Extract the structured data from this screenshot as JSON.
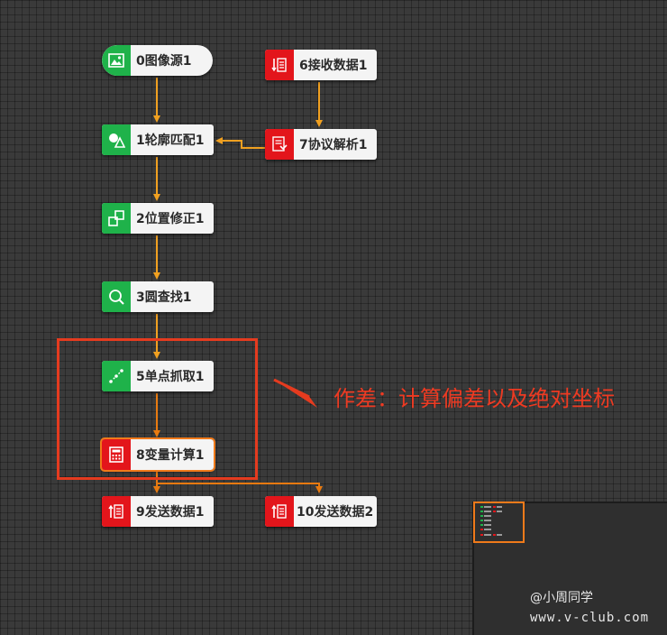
{
  "nodes": {
    "n0": {
      "label": "0图像源1",
      "icon": "image-icon",
      "color": "#1fb24a"
    },
    "n1": {
      "label": "1轮廓匹配1",
      "icon": "shape-match-icon",
      "color": "#1fb24a"
    },
    "n2": {
      "label": "2位置修正1",
      "icon": "position-fix-icon",
      "color": "#1fb24a"
    },
    "n3": {
      "label": "3圆查找1",
      "icon": "circle-search-icon",
      "color": "#1fb24a"
    },
    "n5": {
      "label": "5单点抓取1",
      "icon": "point-grab-icon",
      "color": "#1fb24a"
    },
    "n8": {
      "label": "8变量计算1",
      "icon": "calculator-icon",
      "color": "#e3151b",
      "selected": true
    },
    "n9": {
      "label": "9发送数据1",
      "icon": "send-data-icon",
      "color": "#e3151b"
    },
    "n10": {
      "label": "10发送数据2",
      "icon": "send-data-icon",
      "color": "#e3151b"
    },
    "n6": {
      "label": "6接收数据1",
      "icon": "receive-data-icon",
      "color": "#e3151b"
    },
    "n7": {
      "label": "7协议解析1",
      "icon": "protocol-parse-icon",
      "color": "#e3151b"
    }
  },
  "connection_color": "#f0a020",
  "selected_connection_color": "#e87a10",
  "annotation": {
    "text": "作差：计算偏差以及绝对坐标",
    "color": "#ee3a22"
  },
  "watermark": {
    "name": "@小周同学",
    "url": "www.v-club.com"
  }
}
